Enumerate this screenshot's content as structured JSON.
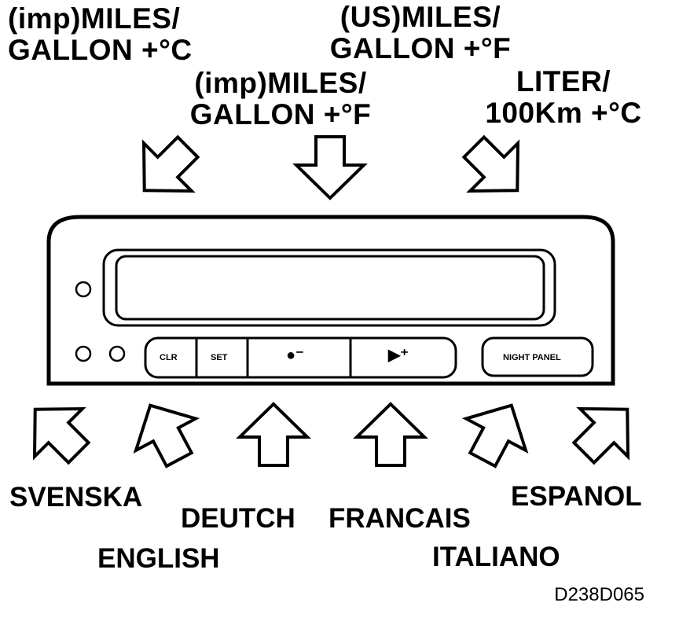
{
  "units": {
    "imp_celsius": [
      "(imp)MILES/",
      "GALLON +°C"
    ],
    "imp_fahrenheit": [
      "(imp)MILES/",
      "GALLON +°F"
    ],
    "us_fahrenheit": [
      "(US)MILES/",
      "GALLON +°F"
    ],
    "liter_celsius": [
      "LITER/",
      "100Km +°C"
    ]
  },
  "buttons": {
    "clr": "CLR",
    "set": "SET",
    "minus": "●⁻",
    "plus": "▶⁺",
    "night_panel": "NIGHT PANEL"
  },
  "languages": {
    "svenska": "SVENSKA",
    "english": "ENGLISH",
    "deutch": "DEUTCH",
    "francais": "FRANCAIS",
    "italiano": "ITALIANO",
    "espanol": "ESPANOL"
  },
  "figure_code": "D238D065"
}
